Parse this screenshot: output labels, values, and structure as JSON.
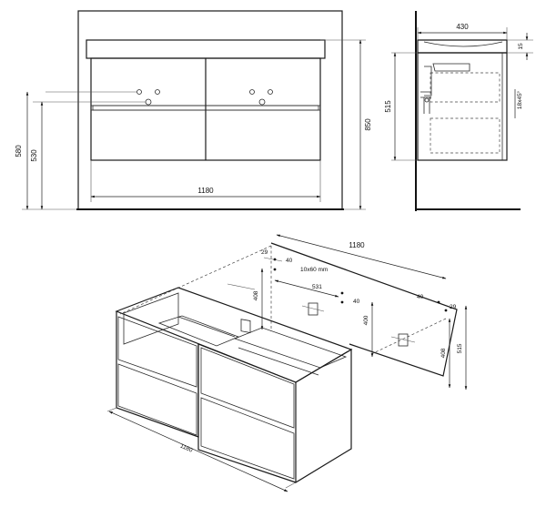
{
  "front_view": {
    "width_label": "1180",
    "height_total_label": "850",
    "height_580_label": "580",
    "height_530_label": "530"
  },
  "side_view": {
    "depth_label": "430",
    "top_label": "15",
    "height_label": "515",
    "hole_label": "18x45°"
  },
  "iso_view": {
    "wall_width_label": "1180",
    "edge_left_label": "29",
    "offset_left_label": "40",
    "bracket_size_label": "10x60 mm",
    "bracket_span_label": "531",
    "offset_mid_label": "40",
    "height_408_left_label": "408",
    "height_400_label": "400",
    "offset_right_label": "40",
    "edge_right_label": "29",
    "height_408_right_label": "408",
    "height_515_label": "515",
    "cabinet_width_label": "1180"
  }
}
